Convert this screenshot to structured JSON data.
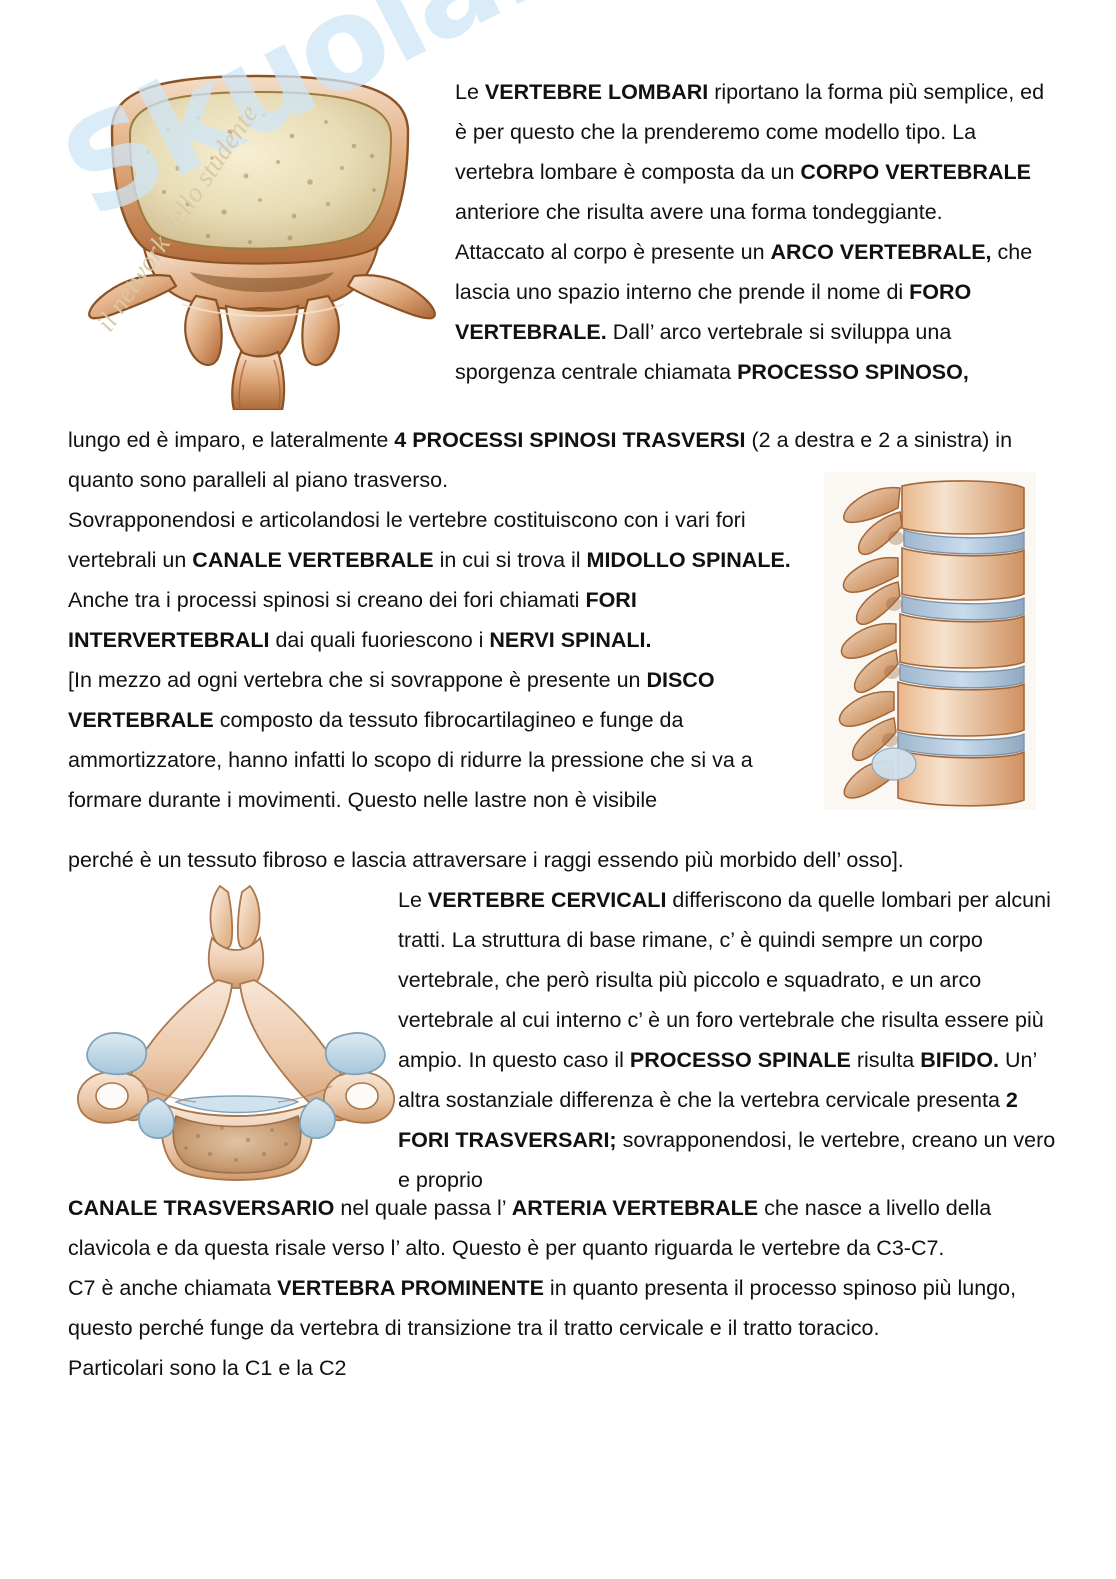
{
  "document": {
    "language": "it",
    "watermark": {
      "brand": "Skuola.net",
      "tagline": "il network dello studente"
    },
    "paragraphs": {
      "lombari_intro": [
        {
          "t": "Le ",
          "b": false
        },
        {
          "t": "VERTEBRE LOMBARI",
          "b": true
        },
        {
          "t": " riportano la forma più semplice, ed è per questo che la prenderemo come modello tipo. La vertebra lombare è composta da un ",
          "b": false
        },
        {
          "t": "CORPO VERTEBRALE",
          "b": true
        },
        {
          "t": " anteriore che risulta avere una forma tondeggiante.\nAttaccato al corpo è presente un ",
          "b": false
        },
        {
          "t": "ARCO VERTEBRALE,",
          "b": true
        },
        {
          "t": " che lascia uno spazio interno che prende il nome di ",
          "b": false
        },
        {
          "t": "FORO VERTEBRALE.",
          "b": true
        },
        {
          "t": " Dall’ arco vertebrale si sviluppa una sporgenza centrale chiamata ",
          "b": false
        },
        {
          "t": "PROCESSO SPINOSO,",
          "b": true
        }
      ],
      "lombari_full": [
        {
          "t": "lungo ed è imparo, e lateralmente ",
          "b": false
        },
        {
          "t": "4 PROCESSI SPINOSI TRASVERSI",
          "b": true
        },
        {
          "t": " (2 a destra e 2 a sinistra) in quanto sono paralleli al piano trasverso.",
          "b": false
        }
      ],
      "sovrapponendosi": [
        {
          "t": "Sovrapponendosi e articolandosi le vertebre costituiscono con i vari fori vertebrali un ",
          "b": false
        },
        {
          "t": "CANALE VERTEBRALE",
          "b": true
        },
        {
          "t": " in cui si trova il ",
          "b": false
        },
        {
          "t": "MIDOLLO SPINALE.",
          "b": true
        },
        {
          "t": "\nAnche tra i processi spinosi si creano dei fori chiamati ",
          "b": false
        },
        {
          "t": "FORI INTERVERTEBRALI",
          "b": true
        },
        {
          "t": " dai quali fuoriescono i ",
          "b": false
        },
        {
          "t": "NERVI SPINALI.",
          "b": true
        },
        {
          "t": "\n[In mezzo ad ogni vertebra che si sovrappone è presente un ",
          "b": false
        },
        {
          "t": "DISCO VERTEBRALE",
          "b": true
        },
        {
          "t": " composto da tessuto fibrocartilagineo e funge da ammortizzatore, hanno infatti lo scopo di ridurre la pressione che si va a formare durante i movimenti. Questo nelle lastre non è visibile",
          "b": false
        }
      ],
      "perche_fibroso": [
        {
          "t": "perché è un tessuto fibroso e lascia attraversare i raggi essendo più morbido dell’ osso].",
          "b": false
        }
      ],
      "cervicali_intro": [
        {
          "t": "Le ",
          "b": false
        },
        {
          "t": "VERTEBRE CERVICALI",
          "b": true
        },
        {
          "t": " differiscono da quelle lombari per alcuni tratti. La struttura di base rimane, c’ è quindi sempre un corpo vertebrale, che però risulta più piccolo e squadrato, e un arco vertebrale al cui interno c’ è un foro vertebrale che risulta essere più ampio. In questo caso il ",
          "b": false
        },
        {
          "t": "PROCESSO SPINALE",
          "b": true
        },
        {
          "t": " risulta ",
          "b": false
        },
        {
          "t": "BIFIDO.",
          "b": true
        },
        {
          "t": " Un’ altra sostanziale differenza è che la vertebra cervicale presenta ",
          "b": false
        },
        {
          "t": "2 FORI TRASVERSARI;",
          "b": true
        },
        {
          "t": " sovrapponendosi, le vertebre, creano un vero e proprio",
          "b": false
        }
      ],
      "cervicali_full": [
        {
          "t": "CANALE TRASVERSARIO",
          "b": true
        },
        {
          "t": " nel quale passa l’ ",
          "b": false
        },
        {
          "t": "ARTERIA VERTEBRALE",
          "b": true
        },
        {
          "t": " che nasce a livello della clavicola e da questa risale verso l’ alto. Questo è per quanto riguarda le vertebre da C3-C7.\nC7 è anche chiamata ",
          "b": false
        },
        {
          "t": "VERTEBRA PROMINENTE",
          "b": true
        },
        {
          "t": " in quanto presenta il processo spinoso più lungo, questo perché funge da vertebra di transizione tra il tratto cervicale e il tratto toracico.\nParticolari sono la C1 e la C2",
          "b": false
        }
      ]
    },
    "figures": {
      "lumbar_superior": {
        "name": "lumbar-vertebra-superior-view"
      },
      "lumbar_lateral": {
        "name": "lumbar-spine-lateral-view"
      },
      "cervical_superior": {
        "name": "cervical-vertebra-superior-view"
      }
    },
    "colors": {
      "bone_light": "#f3e2cf",
      "bone_mid": "#d9a478",
      "bone_dark": "#a9602f",
      "cartilage": "#b9d3e3",
      "marrow": "#c9a87c",
      "watermark_blue": "#cfe6f7",
      "watermark_gold": "#d9c9a8"
    }
  }
}
